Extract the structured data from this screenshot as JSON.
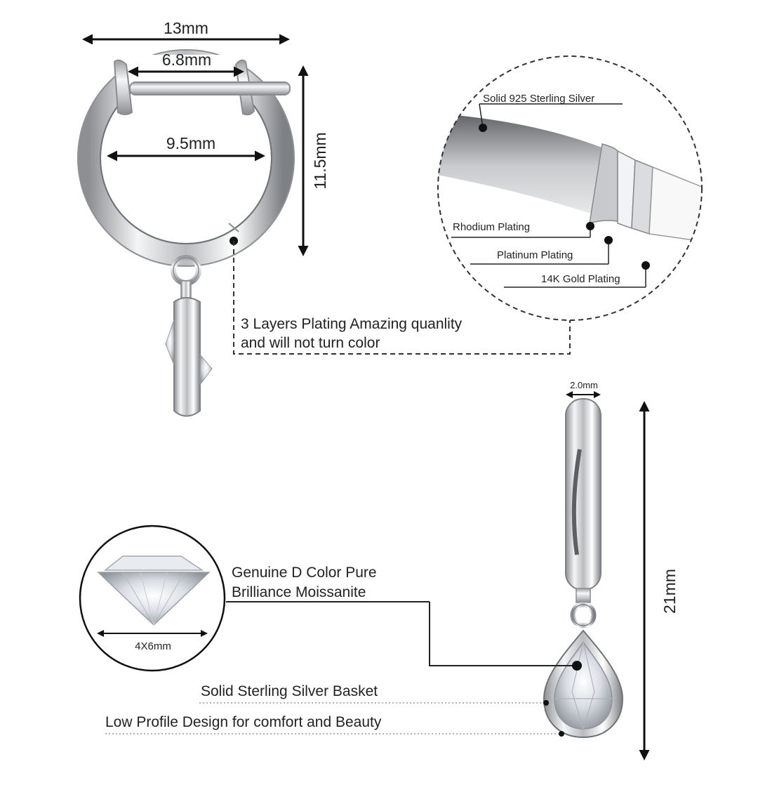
{
  "hoop_view": {
    "width_total": "13mm",
    "width_opening": "6.8mm",
    "inner_diameter": "9.5mm",
    "height": "11.5mm",
    "plating_note_line1": "3 Layers Plating Amazing quanlity",
    "plating_note_line2": "and will not turn color"
  },
  "layers_callout": {
    "core": "Solid 925 Sterling Silver",
    "layer1": "Rhodium Plating",
    "layer2": "Platinum Plating",
    "layer3": "14K Gold Plating"
  },
  "side_view": {
    "thickness": "2.0mm",
    "length": "21mm"
  },
  "stone_callout": {
    "stone_line1": "Genuine D Color Pure",
    "stone_line2": "Brilliance Moissanite",
    "stone_size": "4X6mm",
    "basket": "Solid Sterling Silver Basket",
    "profile": "Low Profile Design for comfort and Beauty"
  }
}
